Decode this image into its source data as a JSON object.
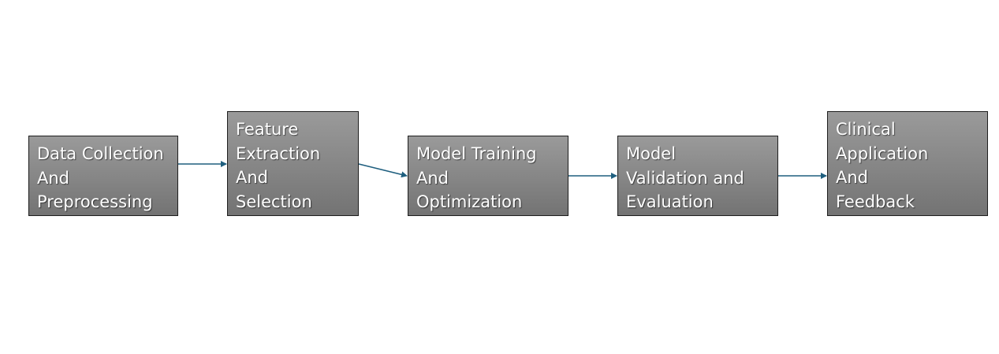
{
  "flow": {
    "steps": [
      {
        "id": "data-collection",
        "lines": [
          "Data Collection",
          "And",
          "Preprocessing"
        ]
      },
      {
        "id": "feature-extraction",
        "lines": [
          "Feature",
          "Extraction",
          "And",
          "Selection"
        ]
      },
      {
        "id": "model-training",
        "lines": [
          "Model Training",
          "And",
          "Optimization"
        ]
      },
      {
        "id": "model-validation",
        "lines": [
          "Model",
          "Validation and",
          "Evaluation"
        ]
      },
      {
        "id": "clinical-application",
        "lines": [
          "Clinical",
          "Application",
          "And",
          "Feedback"
        ]
      }
    ],
    "colors": {
      "box_fill": "#858585",
      "box_border": "#1e1e1e",
      "box_text": "#ffffff",
      "connector": "#1f5f7f"
    }
  }
}
